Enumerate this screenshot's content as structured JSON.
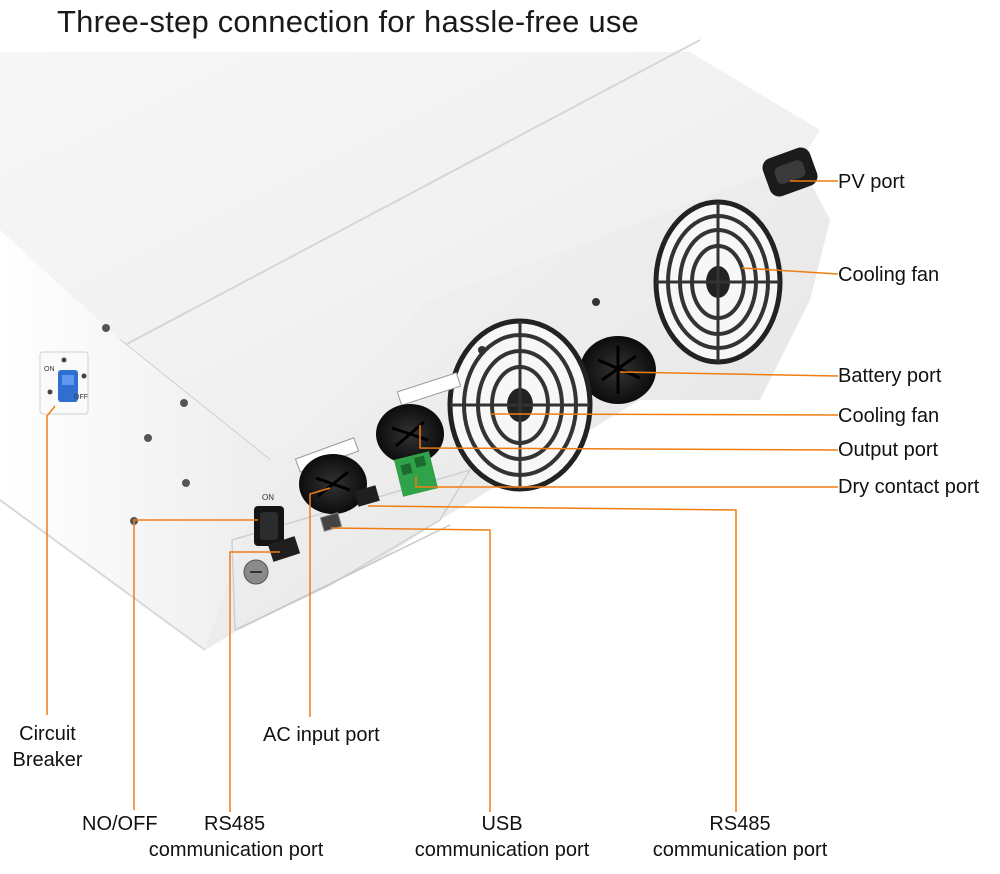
{
  "title": "Three-step connection for hassle-free use",
  "colors": {
    "leader": "#f07d12",
    "accent_icon": "#f07d12"
  },
  "icons": {
    "menu": "menu-lines-icon"
  },
  "device_markings": {
    "on": "ON",
    "off": "OFF"
  },
  "labels": {
    "pv_port": "PV port",
    "cooling_fan_top": "Cooling fan",
    "battery_port": "Battery port",
    "cooling_fan_mid": "Cooling fan",
    "output_port": "Output port",
    "dry_contact_port": "Dry contact port",
    "circuit_breaker_line1": "Circuit",
    "circuit_breaker_line2": "Breaker",
    "ac_input_port": "AC input port",
    "no_off": "NO/OFF",
    "rs485_left_line1": "RS485",
    "rs485_left_line2": "communication port",
    "usb_line1": "USB",
    "usb_line2": "communication port",
    "rs485_right_line1": "RS485",
    "rs485_right_line2": "communication port"
  }
}
